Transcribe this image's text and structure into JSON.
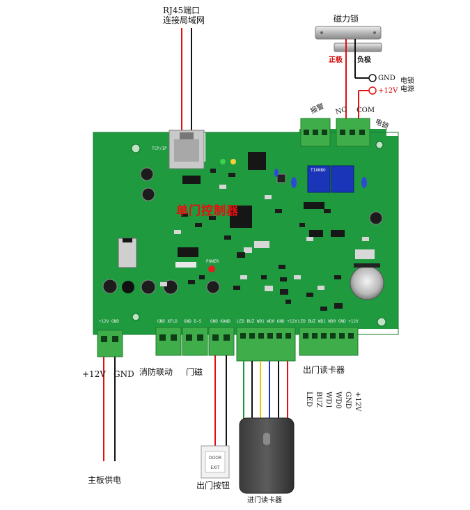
{
  "labels": {
    "rj45_line1": "RJ45端口",
    "rj45_line2": "连接局域网",
    "maglock": "磁力锁",
    "positive": "正极",
    "negative": "负极",
    "gnd": "GND",
    "plus12v": "+12V",
    "lock_power_1": "电锁",
    "lock_power_2": "电源",
    "alarm": "报警",
    "nc": "NC",
    "com": "COM",
    "elock": "电锁",
    "board_title": "单门控制器",
    "power_12v": "+12V",
    "power_gnd": "GND",
    "fire_link": "消防联动",
    "door_sensor": "门磁",
    "exit_reader": "出门读卡器",
    "main_power": "主板供电",
    "exit_button": "出门按钮",
    "entry_reader": "进门读卡器",
    "reader_pins": [
      "+12V",
      "GND",
      "WD0",
      "WD1",
      "BUZ",
      "LED"
    ]
  },
  "silkscreen": {
    "tcp": "TCP/IP",
    "power": "+12V GND",
    "fire": "GND XFLD",
    "sensor": "GND D-S",
    "button": "GND KAND",
    "entry": "LED BUZ WD1 WD0 GND +12V",
    "exit": "LED BUZ WD1 WD0 GND +12V",
    "led": "POWER",
    "relay": "TIANBO"
  },
  "exit_button_text": [
    "DOOR",
    "EXIT"
  ],
  "colors": {
    "board": "#1f9a3f",
    "terminal": "#3fae4a",
    "wire_red": "#e01010",
    "wire_black": "#111111",
    "wire_yellow": "#e8c800",
    "wire_blue": "#1a2fd0",
    "wire_green": "#1f9a3f",
    "wire_white": "#dddddd"
  }
}
